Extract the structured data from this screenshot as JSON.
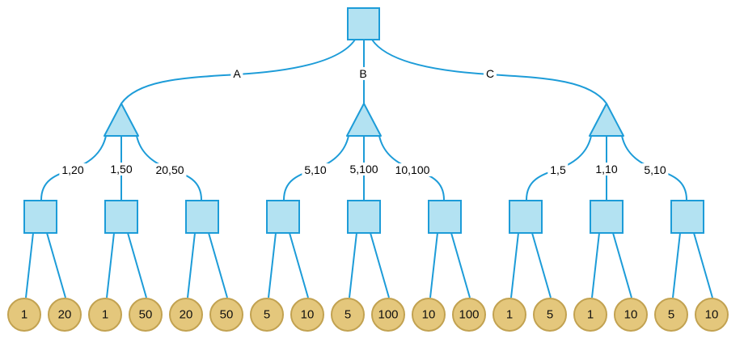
{
  "tree": {
    "description": "game tree diagram",
    "colors": {
      "edge": "#1d9cd8",
      "node_fill": "#b3e2f2",
      "node_stroke": "#1d9cd8",
      "leaf_fill": "#e4c77c",
      "leaf_stroke": "#c2a251",
      "text": "#000000",
      "background": "#ffffff"
    },
    "branches": [
      {
        "label": "A",
        "actions": [
          {
            "label": "1,20",
            "payoffs": [
              "1",
              "20"
            ]
          },
          {
            "label": "1,50",
            "payoffs": [
              "1",
              "50"
            ]
          },
          {
            "label": "20,50",
            "payoffs": [
              "20",
              "50"
            ]
          }
        ]
      },
      {
        "label": "B",
        "actions": [
          {
            "label": "5,10",
            "payoffs": [
              "5",
              "10"
            ]
          },
          {
            "label": "5,100",
            "payoffs": [
              "5",
              "100"
            ]
          },
          {
            "label": "10,100",
            "payoffs": [
              "10",
              "100"
            ]
          }
        ]
      },
      {
        "label": "C",
        "actions": [
          {
            "label": "1,5",
            "payoffs": [
              "1",
              "5"
            ]
          },
          {
            "label": "1,10",
            "payoffs": [
              "1",
              "10"
            ]
          },
          {
            "label": "5,10",
            "payoffs": [
              "5",
              "10"
            ]
          }
        ]
      }
    ]
  }
}
